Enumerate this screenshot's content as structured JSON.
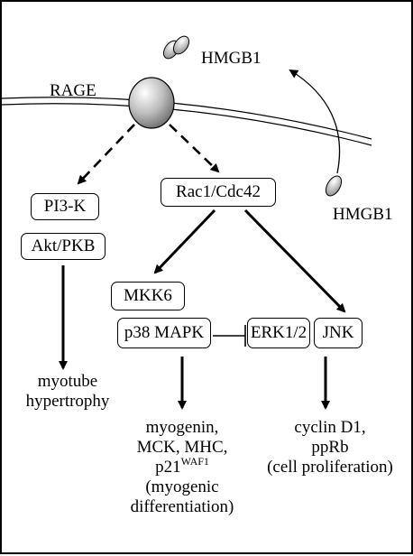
{
  "diagram": {
    "labels": {
      "hmgb1_top": "HMGB1",
      "hmgb1_right": "HMGB1",
      "rage": "RAGE"
    },
    "nodes": {
      "pi3k": "PI3-K",
      "akt": "Akt/PKB",
      "rac": "Rac1/Cdc42",
      "mkk6": "MKK6",
      "p38": "p38 MAPK",
      "erk": "ERK1/2",
      "jnk": "JNK"
    },
    "outcomes": {
      "hypertrophy": [
        "myotube",
        "hypertrophy"
      ],
      "differentiation": {
        "line1": "myogenin,",
        "line2": "MCK, MHC,",
        "line3_base": "p21",
        "line3_sup": "WAF1",
        "line4": "(myogenic",
        "line5": "differentiation)"
      },
      "proliferation": [
        "cyclin D1,",
        "ppRb",
        "(cell proliferation)"
      ]
    }
  }
}
